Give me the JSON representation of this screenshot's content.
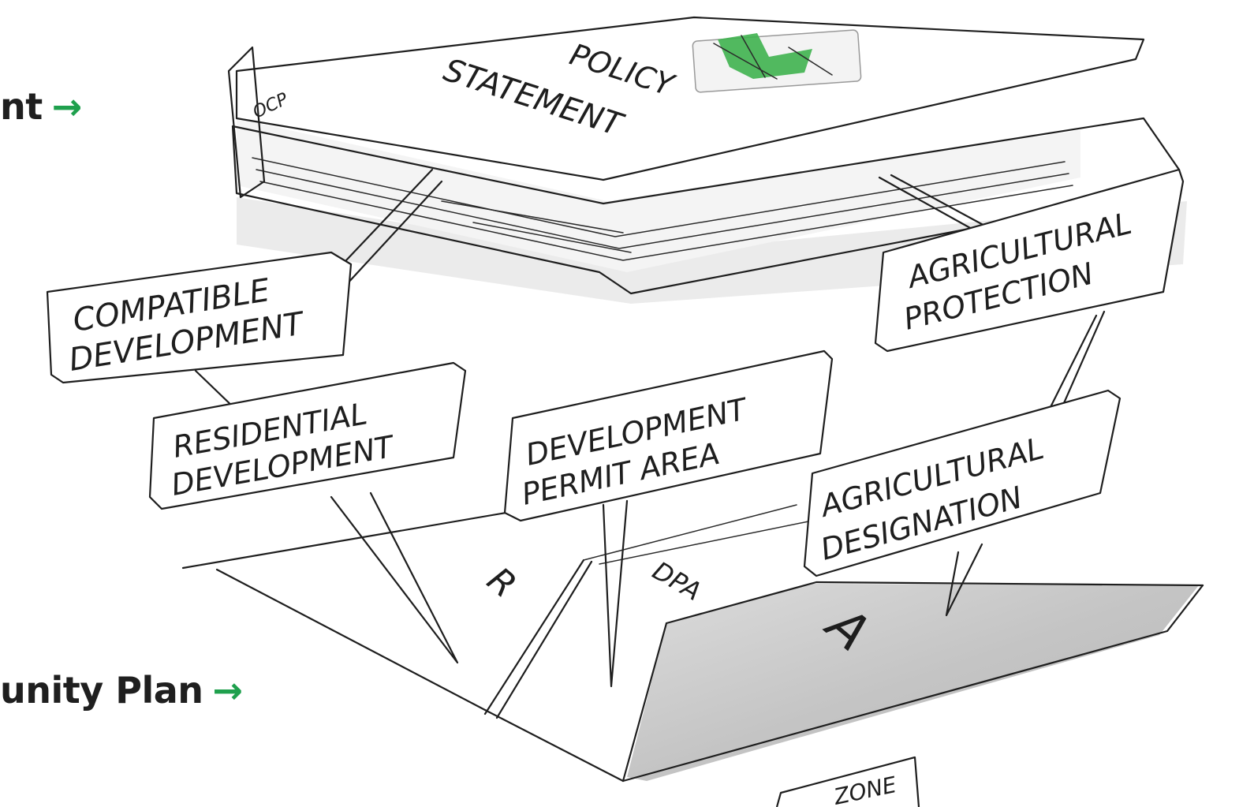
{
  "headings": {
    "top": {
      "text": "nt",
      "arrow": "→"
    },
    "bottom": {
      "text": "unity Plan",
      "arrow": "→"
    }
  },
  "binder": {
    "cover_line1": "POLICY",
    "cover_line2": "STATEMENT",
    "spine_mark": "OCP"
  },
  "callouts": {
    "compatible": {
      "line1": "COMPATIBLE",
      "line2": "DEVELOPMENT"
    },
    "agricultural_protection": {
      "line1": "AGRICULTURAL",
      "line2": "PROTECTION"
    },
    "residential": {
      "line1": "RESIDENTIAL",
      "line2": "DEVELOPMENT"
    },
    "dpa": {
      "line1": "DEVELOPMENT",
      "line2": "PERMIT AREA"
    },
    "agricultural_designation": {
      "line1": "AGRICULTURAL",
      "line2": "DESIGNATION"
    }
  },
  "map_labels": {
    "residential": "R",
    "dpa": "DPA",
    "agricultural": "A"
  },
  "bottom_partial": "ZONE",
  "colors": {
    "accent": "#1fa04d",
    "ink": "#1e1e1e",
    "map_shade": "#c8c8c8"
  }
}
